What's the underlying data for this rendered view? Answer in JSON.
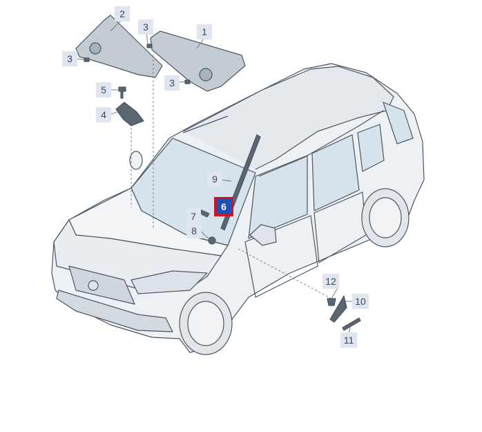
{
  "diagram": {
    "colors": {
      "line": "#4b5563",
      "body_fill": "#eef1f4",
      "glass_fill": "#d6e3ea",
      "part_fill": "#9aa5ad",
      "dark_part": "#5c6670",
      "callout_bg": "#dfe6f1",
      "active_bg": "#1f4fb0",
      "active_border": "#d6101e"
    },
    "callouts": [
      {
        "id": "c1",
        "label": "1"
      },
      {
        "id": "c2",
        "label": "2"
      },
      {
        "id": "c3a",
        "label": "3"
      },
      {
        "id": "c3b",
        "label": "3"
      },
      {
        "id": "c3c",
        "label": "3"
      },
      {
        "id": "c4",
        "label": "4"
      },
      {
        "id": "c5",
        "label": "5"
      },
      {
        "id": "c6",
        "label": "6"
      },
      {
        "id": "c7",
        "label": "7"
      },
      {
        "id": "c8",
        "label": "8"
      },
      {
        "id": "c9",
        "label": "9"
      },
      {
        "id": "c10",
        "label": "10"
      },
      {
        "id": "c11",
        "label": "11"
      },
      {
        "id": "c12",
        "label": "12"
      }
    ],
    "active_callout": "6"
  }
}
